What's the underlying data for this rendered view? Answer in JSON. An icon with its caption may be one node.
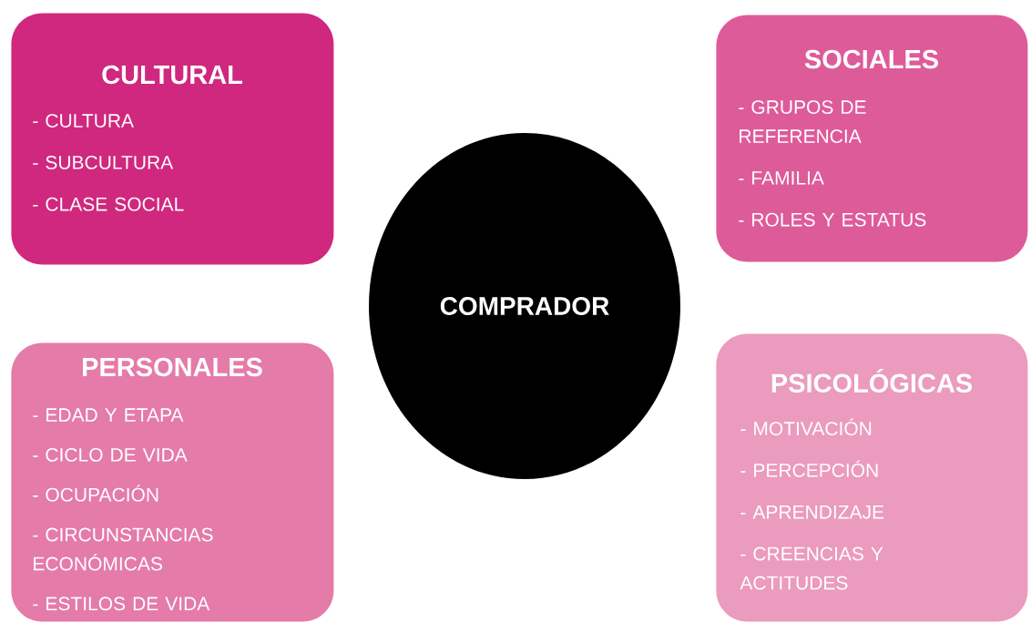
{
  "diagram": {
    "nodes": [
      {
        "text": [
          "CULTURAL",
          "- CULTURA",
          "- SUBCULTURA",
          "- CLASE SOCIAL"
        ]
      },
      {
        "text": [
          "SOCIALES",
          "- GRUPOS DE REFERENCIA",
          "- FAMILIA",
          "- ROLES Y ESTATUS"
        ]
      },
      {
        "text": [
          "COMPRADOR"
        ]
      },
      {
        "text": [
          "PERSONALES",
          "- EDAD Y ETAPA",
          "- CICLO DE VIDA",
          "- OCUPACIÓN",
          "- CIRCUNSTANCIAS ECONÓMICAS",
          "- ESTILOS DE VIDA"
        ]
      },
      {
        "text": [
          "PSICOLÓGICAS",
          "- MOTIVACIÓN",
          "- PERCEPCIÓN",
          "- APRENDIZAJE",
          "- CREENCIAS Y ACTITUDES"
        ]
      }
    ]
  }
}
